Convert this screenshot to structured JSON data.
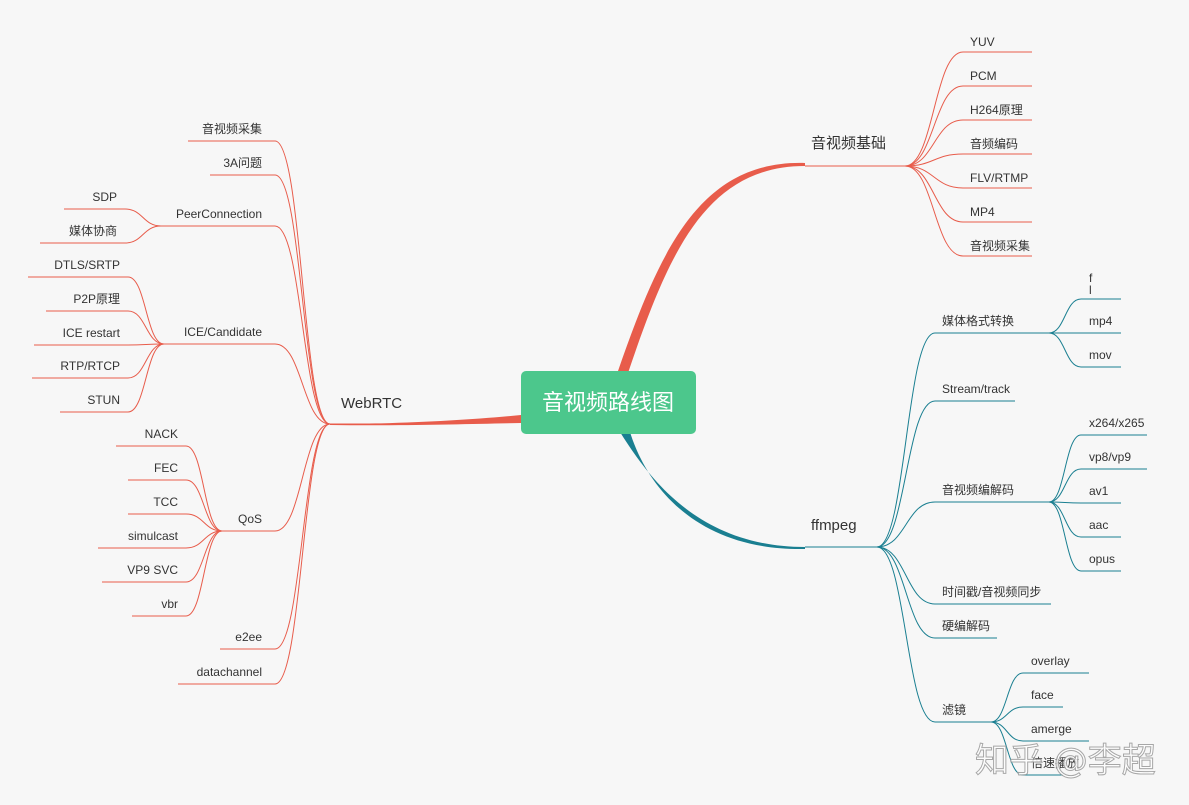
{
  "colors": {
    "background": "#f7f7f7",
    "root": "#4cc78c",
    "red": "#e85c4b",
    "teal": "#1a7f91",
    "text": "#333333"
  },
  "root": {
    "label": "音视频路线图"
  },
  "branches": {
    "basics": {
      "label": "音视频基础",
      "children": [
        "YUV",
        "PCM",
        "H264原理",
        "音频编码",
        "FLV/RTMP",
        "MP4",
        "音视频采集"
      ]
    },
    "ffmpeg": {
      "label": "ffmpeg",
      "children": [
        {
          "label": "媒体格式转换",
          "children": [
            "f\nl",
            "mp4",
            "mov"
          ]
        },
        {
          "label": "Stream/track"
        },
        {
          "label": "音视频编解码",
          "children": [
            "x264/x265",
            "vp8/vp9",
            "av1",
            "aac",
            "opus"
          ]
        },
        {
          "label": "时间戳/音视频同步"
        },
        {
          "label": "硬编解码"
        },
        {
          "label": "滤镜",
          "children": [
            "overlay",
            "face",
            "amerge",
            "倍速播放"
          ]
        }
      ]
    },
    "webrtc": {
      "label": "WebRTC",
      "children": [
        {
          "label": "音视频采集"
        },
        {
          "label": "3A问题"
        },
        {
          "label": "PeerConnection",
          "children": [
            "SDP",
            "媒体协商"
          ]
        },
        {
          "label": "ICE/Candidate",
          "children": [
            "DTLS/SRTP",
            "P2P原理",
            "ICE restart",
            "RTP/RTCP",
            "STUN"
          ]
        },
        {
          "label": "QoS",
          "children": [
            "NACK",
            "FEC",
            "TCC",
            "simulcast",
            "VP9 SVC",
            "vbr"
          ]
        },
        {
          "label": "e2ee"
        },
        {
          "label": "datachannel"
        }
      ]
    }
  },
  "watermark": "知乎 @李超"
}
